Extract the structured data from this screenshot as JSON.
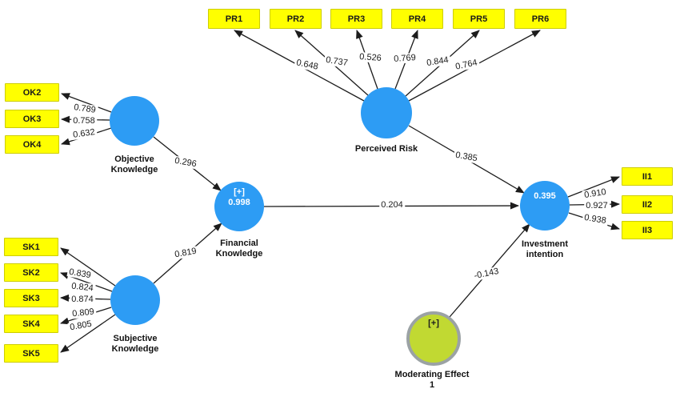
{
  "model": {
    "constructs": {
      "objective": {
        "label": "Objective\nKnowledge"
      },
      "subjective": {
        "label": "Subjective\nKnowledge"
      },
      "financial": {
        "label": "Financial\nKnowledge",
        "tag": "[+]",
        "value": "0.998"
      },
      "perceived": {
        "label": "Perceived Risk"
      },
      "investment": {
        "label": "Investment\nintention",
        "value": "0.395"
      },
      "moderating": {
        "label": "Moderating Effect\n1",
        "tag": "[+]"
      }
    },
    "indicators": {
      "pr": {
        "names": [
          "PR1",
          "PR2",
          "PR3",
          "PR4",
          "PR5",
          "PR6"
        ],
        "loadings": [
          "0.648",
          "0.737",
          "0.526",
          "0.769",
          "0.844",
          "0.764"
        ]
      },
      "ok": {
        "names": [
          "OK2",
          "OK3",
          "OK4"
        ],
        "loadings": [
          "0.789",
          "0.758",
          "0.632"
        ]
      },
      "sk": {
        "names": [
          "SK1",
          "SK2",
          "SK3",
          "SK4",
          "SK5"
        ],
        "loadings": [
          "0.839",
          "0.824",
          "0.874",
          "0.809",
          "0.805"
        ]
      },
      "ii": {
        "names": [
          "II1",
          "II2",
          "II3"
        ],
        "loadings": [
          "0.910",
          "0.927",
          "0.938"
        ]
      }
    },
    "paths": {
      "ok_fk": {
        "from": "Objective Knowledge",
        "to": "Financial Knowledge",
        "coefficient": "0.296"
      },
      "sk_fk": {
        "from": "Subjective Knowledge",
        "to": "Financial Knowledge",
        "coefficient": "0.819"
      },
      "fk_ii": {
        "from": "Financial Knowledge",
        "to": "Investment intention",
        "coefficient": "0.204"
      },
      "pr_ii": {
        "from": "Perceived Risk",
        "to": "Investment intention",
        "coefficient": "0.385"
      },
      "me_ii": {
        "from": "Moderating Effect 1",
        "to": "Investment intention",
        "coefficient": "-0.143"
      }
    },
    "colors": {
      "indicator_fill": "#FFFF00",
      "indicator_border": "#CDCD00",
      "latent_fill": "#2D9CF4",
      "latent_text": "#FFFFFF",
      "moderator_fill": "#C1D932",
      "moderator_border": "#9BA2A4",
      "arrow": "#1C1C1C"
    }
  }
}
